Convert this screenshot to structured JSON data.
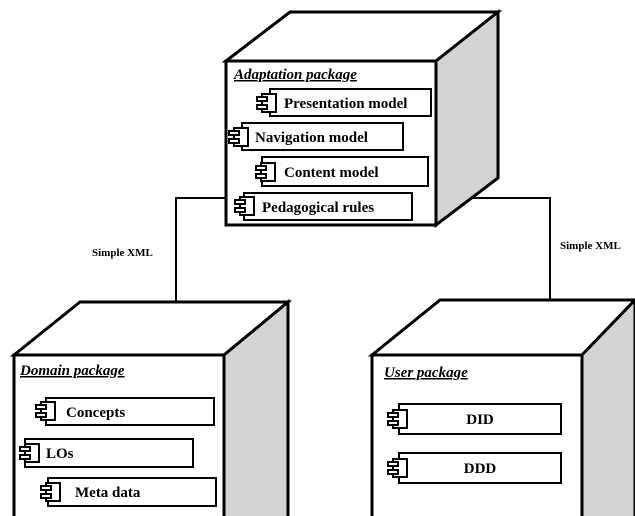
{
  "packages": {
    "adaptation": {
      "title": "Adaptation package",
      "components": [
        "Presentation model",
        "Navigation model",
        "Content model",
        "Pedagogical rules"
      ]
    },
    "domain": {
      "title": "Domain package",
      "components": [
        "Concepts",
        "LOs",
        "Meta data"
      ]
    },
    "user": {
      "title": "User package",
      "components": [
        "DID",
        "DDD"
      ]
    }
  },
  "connectors": {
    "left_label": "Simple XML",
    "right_label": "Simple XML"
  },
  "colors": {
    "stroke": "#000000",
    "side_face": "#d3d3d3",
    "background": "#ffffff"
  }
}
